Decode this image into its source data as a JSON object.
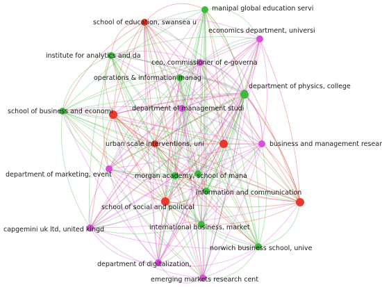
{
  "colors": {
    "green": "#3dbb3d",
    "red": "#e8392c",
    "magenta": "#d94fd9",
    "edge_green": "#5cc65c",
    "edge_red": "#e05a4a",
    "edge_magenta": "#dd66dd"
  },
  "nodes": [
    {
      "id": "n1",
      "label": "manipal global education servi",
      "cluster": "green"
    },
    {
      "id": "n2",
      "label": "school of education, swansea u",
      "cluster": "red"
    },
    {
      "id": "n3",
      "label": "economics department, universi",
      "cluster": "magenta"
    },
    {
      "id": "n4",
      "label": "institute for analytics and da",
      "cluster": "green"
    },
    {
      "id": "n5",
      "label": "ceo, commissioner of e-governa",
      "cluster": "magenta"
    },
    {
      "id": "n6",
      "label": "operations & information manag",
      "cluster": "green"
    },
    {
      "id": "n7",
      "label": "department of physics, college",
      "cluster": "magenta"
    },
    {
      "id": "n8",
      "label": "school of business and economi",
      "cluster": "green"
    },
    {
      "id": "n9",
      "label": "department of management studi",
      "cluster": "magenta"
    },
    {
      "id": "n10",
      "label": "urban scale interventions, uni",
      "cluster": "red"
    },
    {
      "id": "n11",
      "label": "business and management resear",
      "cluster": "magenta"
    },
    {
      "id": "n12",
      "label": "department of marketing, event",
      "cluster": "magenta"
    },
    {
      "id": "n13",
      "label": "morgan academy, school of mana",
      "cluster": "green"
    },
    {
      "id": "n14",
      "label": "information and communication",
      "cluster": "green"
    },
    {
      "id": "n15",
      "label": "school of social and political",
      "cluster": "red"
    },
    {
      "id": "n16",
      "label": "capgemini uk ltd, united kingd",
      "cluster": "magenta"
    },
    {
      "id": "n17",
      "label": "international business, market",
      "cluster": "green"
    },
    {
      "id": "n18",
      "label": "norwich business school, unive",
      "cluster": "green"
    },
    {
      "id": "n19",
      "label": "department of digitalization,",
      "cluster": "magenta"
    },
    {
      "id": "n20",
      "label": "emerging markets research cent",
      "cluster": "magenta"
    },
    {
      "id": "n21",
      "label": "",
      "cluster": "red"
    },
    {
      "id": "n22",
      "label": "",
      "cluster": "red"
    },
    {
      "id": "n23",
      "label": "",
      "cluster": "green"
    },
    {
      "id": "n24",
      "label": "",
      "cluster": "red"
    },
    {
      "id": "n25",
      "label": "",
      "cluster": "green"
    }
  ]
}
